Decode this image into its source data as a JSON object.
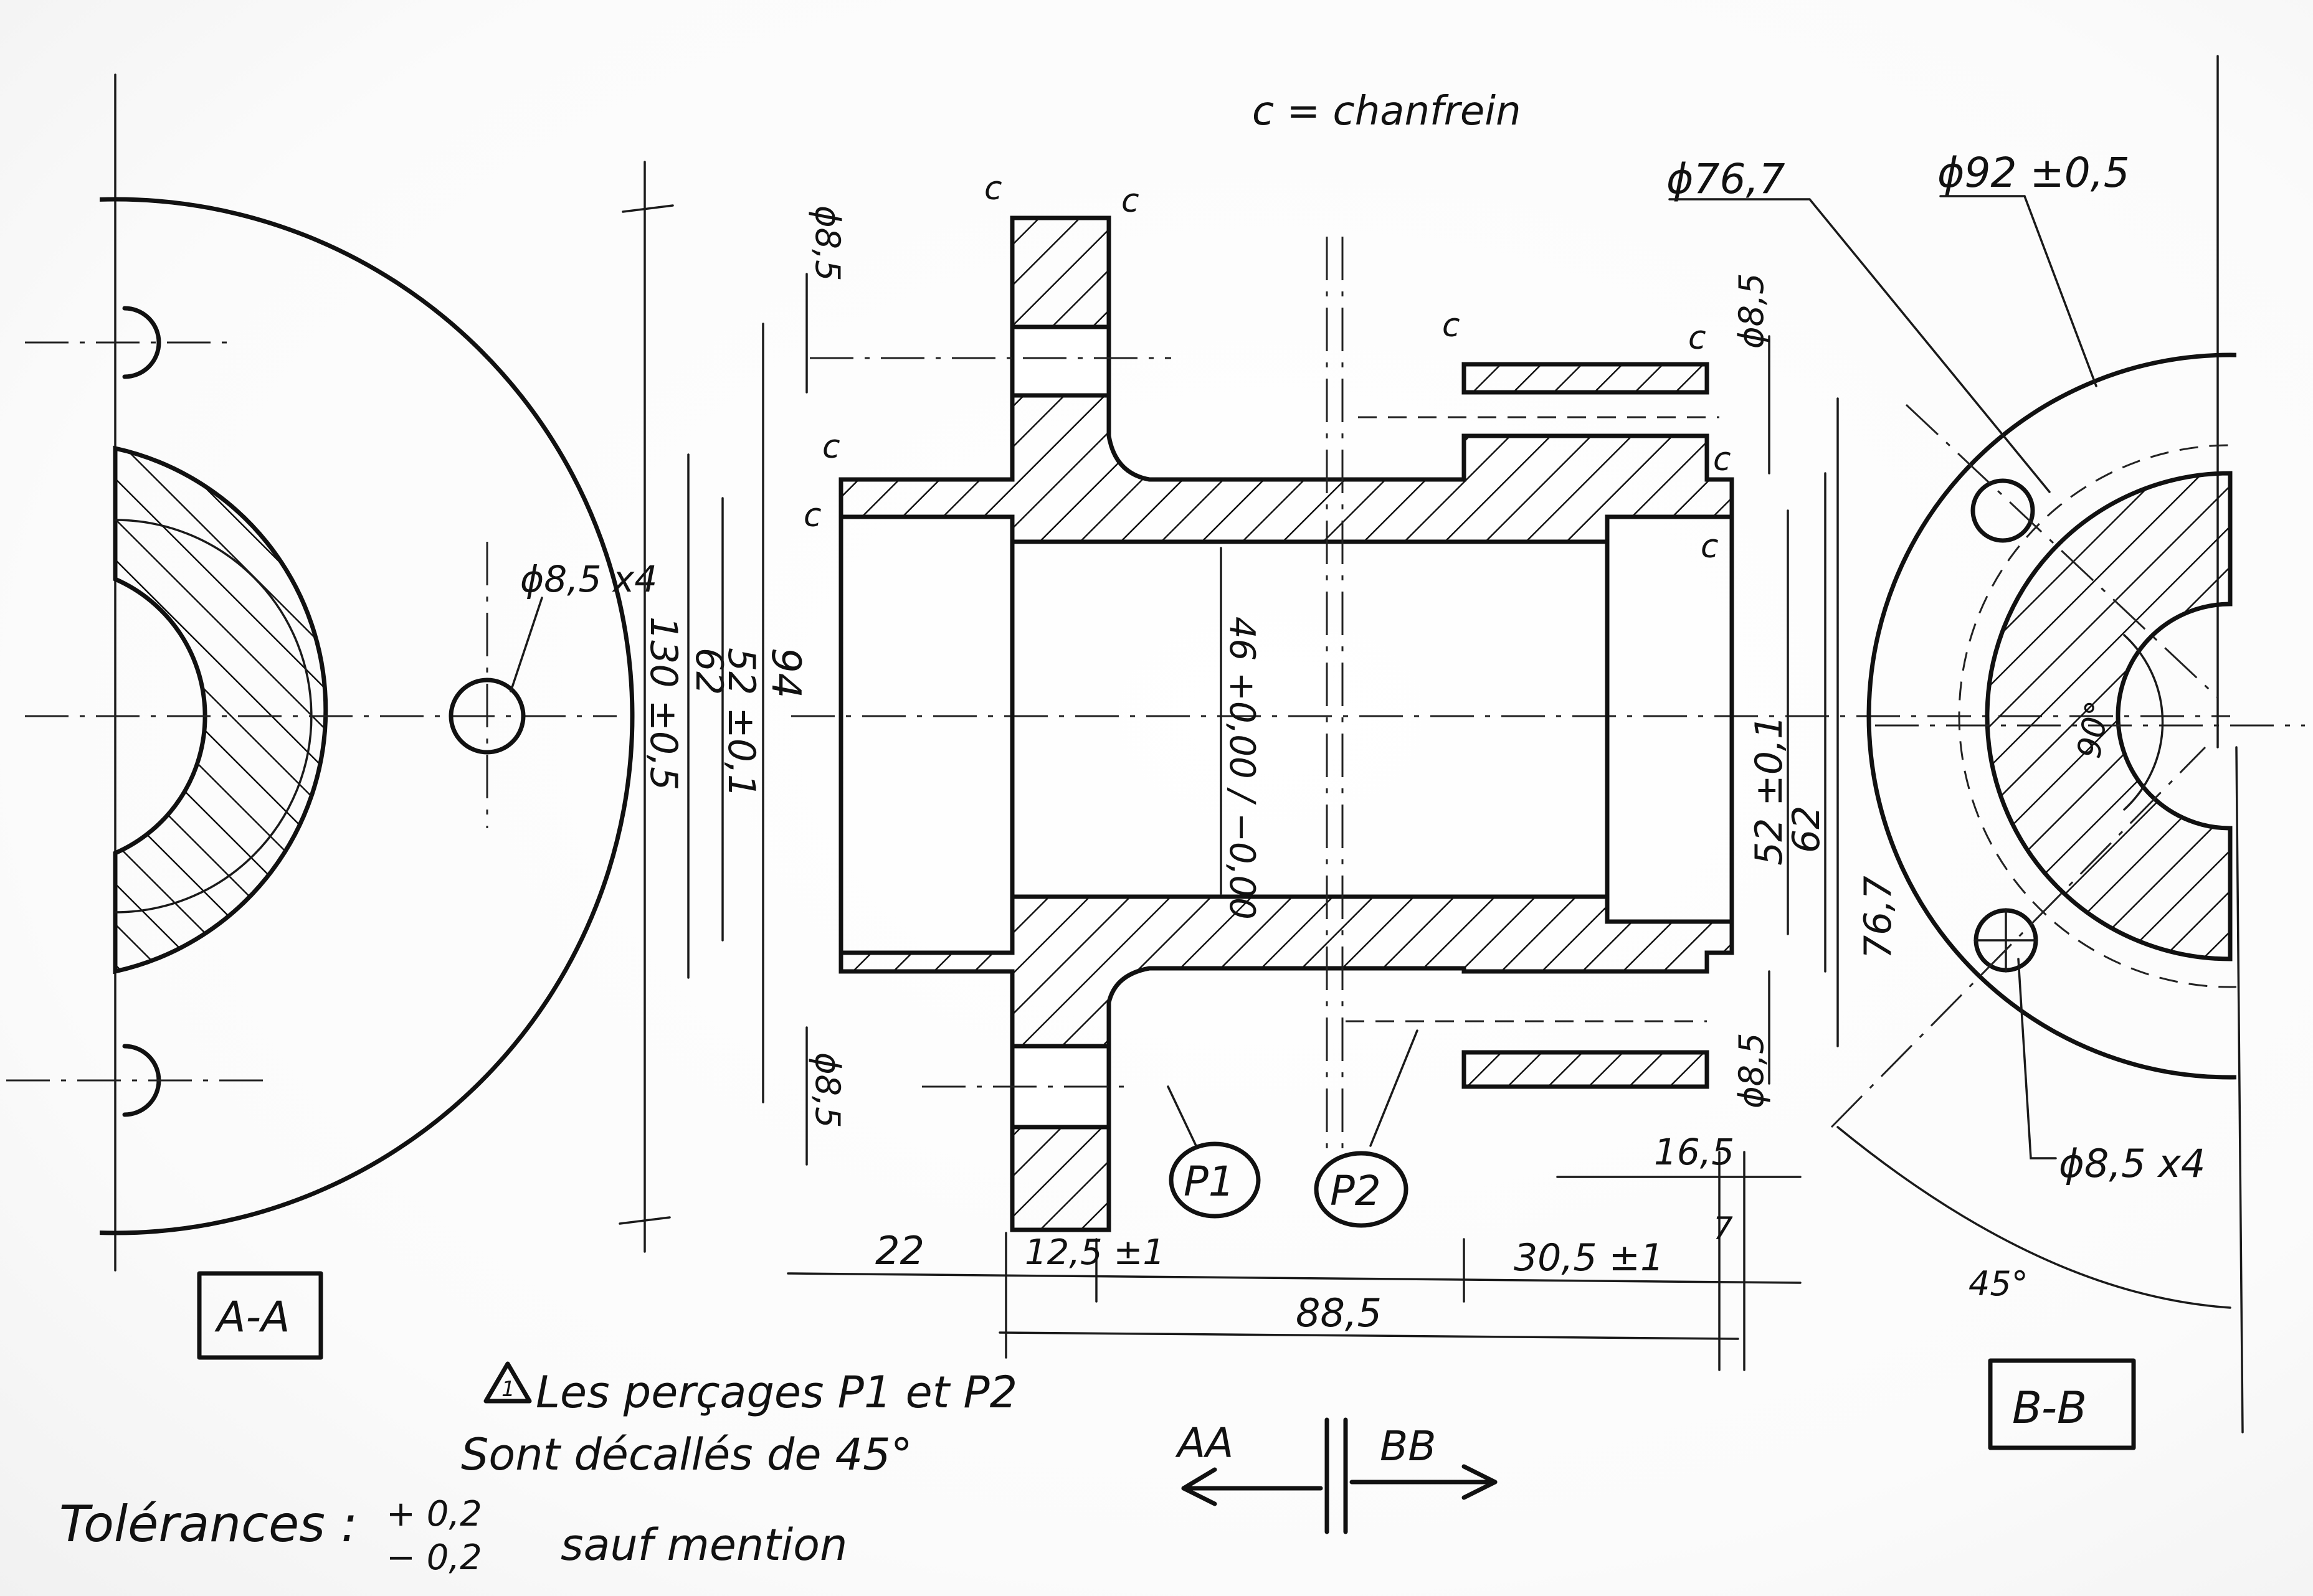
{
  "legend_chamfer": "c = chanfrein",
  "chamfer_mark": "c",
  "section_labels": {
    "left": "A-A",
    "right": "B-B"
  },
  "section_arrows": {
    "left": "AA",
    "right": "BB"
  },
  "drill_labels": {
    "p1": "P1",
    "p2": "P2"
  },
  "dims": {
    "d130": "130 ±0,5",
    "d94": "94",
    "d62_left": "62",
    "d52_left": "52 ±0,1",
    "d8_5_top": "ϕ8,5",
    "d8_5_bot": "ϕ8,5",
    "d46": "46 +0,00 / −0,00",
    "d8_5_right_top": "ϕ8,5",
    "d8_5_right_bot": "ϕ8,5",
    "d52_right": "52 ±0,1",
    "d62_right": "62",
    "d76_7_right": "76,7",
    "len_22": "22",
    "len_12_5": "12,5 ±1",
    "len_30_5": "30,5 ±1",
    "len_88_5": "88,5",
    "len_16_5": "16,5",
    "len_7": "7",
    "holes_A": "ϕ8,5 x4",
    "dia_76_7": "ϕ76,7",
    "dia_92": "ϕ92 ±0,5",
    "holes_B": "ϕ8,5 x4",
    "angle_90": "90°",
    "angle_45": "45°"
  },
  "note": {
    "marker": "1",
    "line1": "Les perçages P1 et P2",
    "line2": "Sont décallés de 45°"
  },
  "tolerances": {
    "label": "Tolérances :",
    "plus": "+ 0,2",
    "minus": "− 0,2",
    "suffix": "sauf mention"
  }
}
